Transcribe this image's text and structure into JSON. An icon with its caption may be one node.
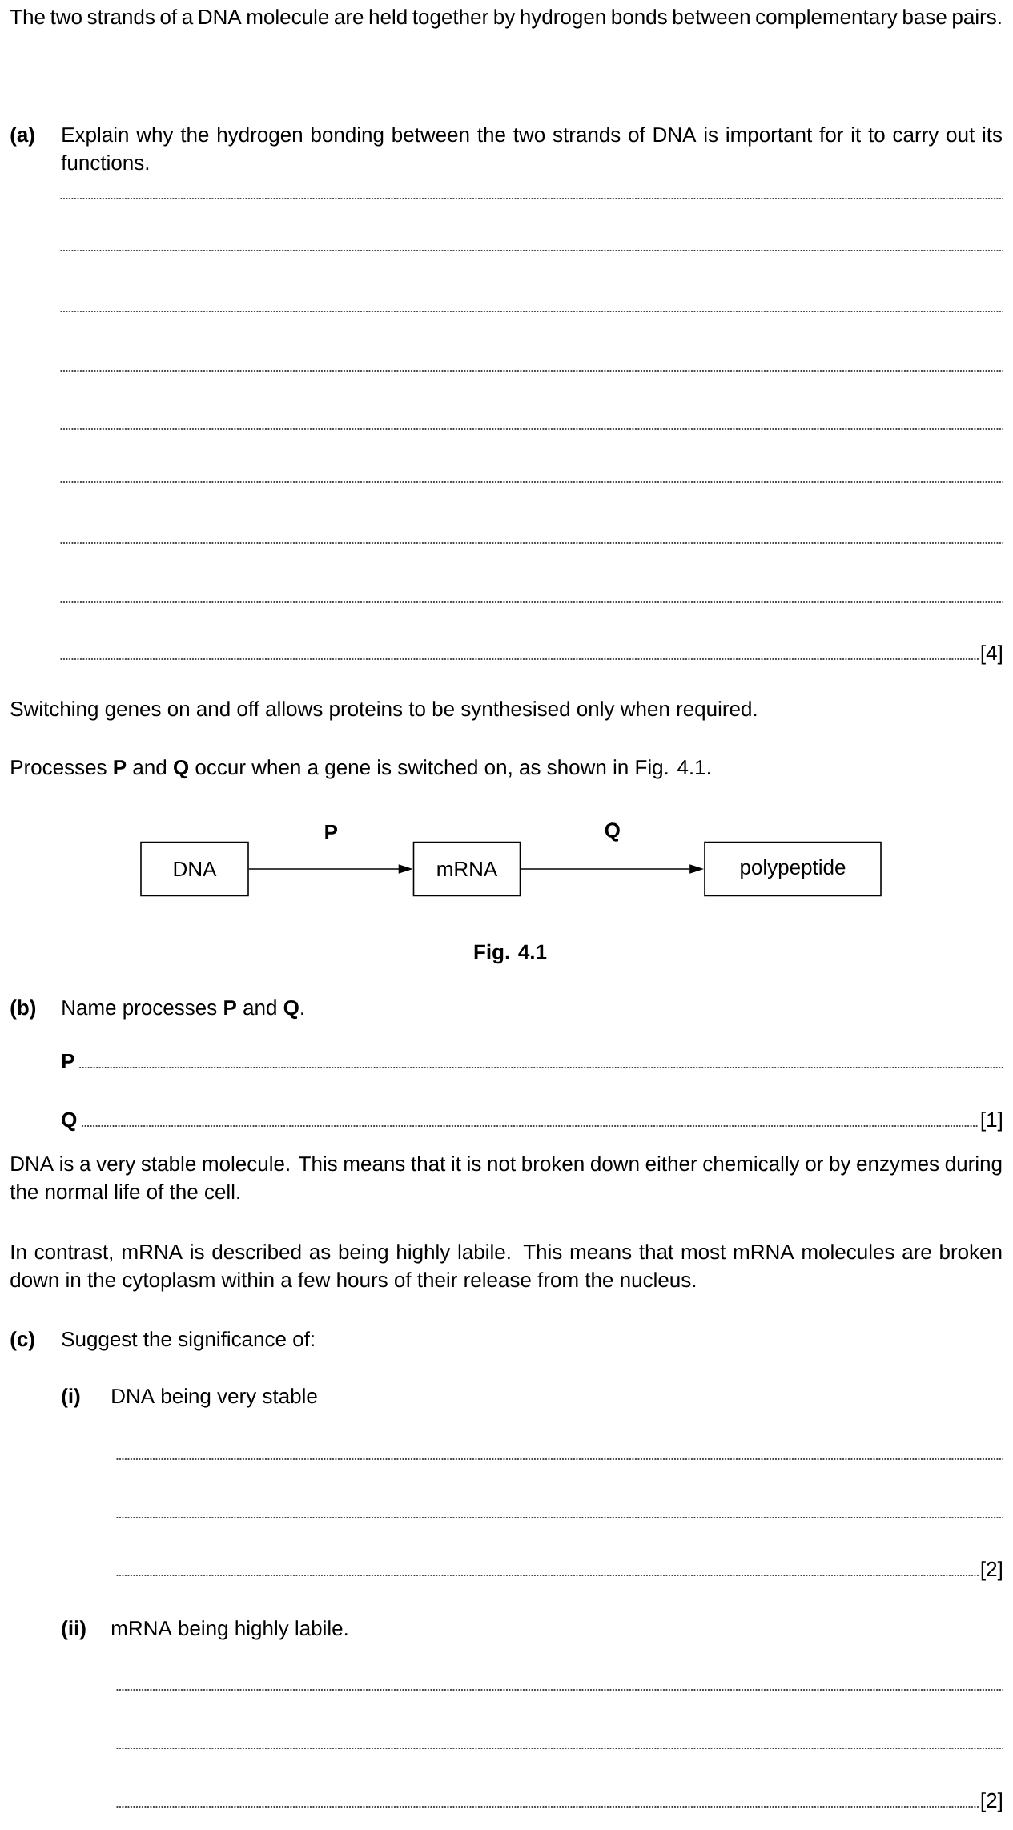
{
  "diagram": {
    "caption": "Fig. 4.1",
    "nodes": [
      {
        "text": [
          "DNA"
        ]
      },
      {
        "text": [
          "mRNA"
        ]
      },
      {
        "text": [
          "polypeptide"
        ]
      }
    ],
    "edges": [
      {
        "from": 0,
        "to": 1,
        "arrow": "to",
        "label": "P"
      },
      {
        "from": 1,
        "to": 2,
        "arrow": "to",
        "label": "Q"
      }
    ],
    "labels": [
      "The two strands of a DNA molecule are held together by hydrogen bonds between complementary base pairs.",
      "(a)",
      "Explain why the hydrogen bonding between the two strands of DNA is important for it to carry out its functions.",
      "[4]",
      "Switching genes on and off allows proteins to be synthesised only when required.",
      "Processes **P** and **Q** occur when a gene is switched on, as shown in Fig. 4.1.",
      "(b)",
      "Name processes **P** and **Q**.",
      "P",
      "Q",
      "[1]",
      "DNA is a very stable molecule. This means that it is not broken down either chemically or by enzymes during the normal life of the cell.",
      "In contrast, mRNA is described as being highly labile. This means that most mRNA molecules are broken down in the cytoplasm within a few hours of their release from the nucleus.",
      "(c)",
      "Suggest the significance of:",
      "(i)",
      "DNA being very stable",
      "[2]",
      "(ii)",
      "mRNA being highly labile.",
      "[2]"
    ]
  }
}
